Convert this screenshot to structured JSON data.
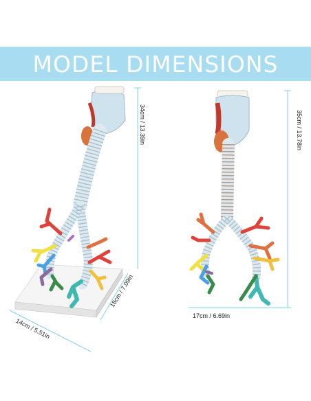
{
  "banner": {
    "title": "MODEL DIMENSIONS"
  },
  "left_model": {
    "height_label": "34cm / 13.39in",
    "depth_label": "18cm / 7.09in",
    "width_label": "14cm / 5.51in"
  },
  "right_model": {
    "height_label": "35cm / 13.78in",
    "width_label": "17cm / 6.69in"
  },
  "colors": {
    "banner": "#a8dcf0",
    "dimension_line": "#7fd0ea",
    "trachea": "#dde9ef",
    "base": "#f3f3f3"
  }
}
